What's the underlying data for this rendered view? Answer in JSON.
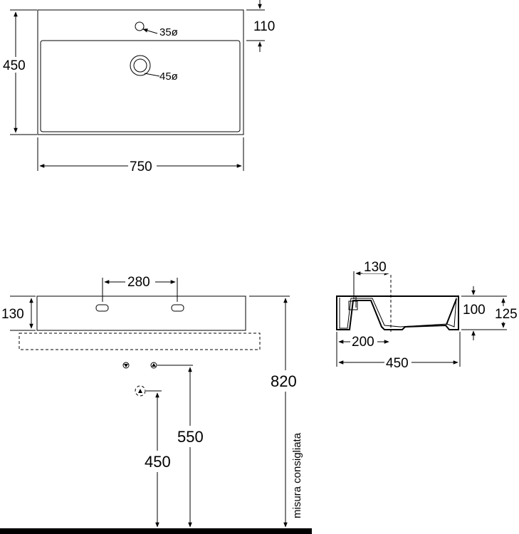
{
  "top_view": {
    "width_label": "750",
    "depth_label": "450",
    "deck_label": "110",
    "tap_hole_label": "35ø",
    "drain_label": "45ø"
  },
  "front_view": {
    "hole_spacing_label": "280",
    "height_label": "130",
    "installation_height_label": "820",
    "recommended_label": "misura consigliata",
    "supply_height_label": "550",
    "drain_height_label": "450"
  },
  "side_view": {
    "offset_label": "130",
    "bowl_depth_label": "100",
    "total_height_label": "125",
    "drain_position_label": "200",
    "depth_label": "450"
  }
}
